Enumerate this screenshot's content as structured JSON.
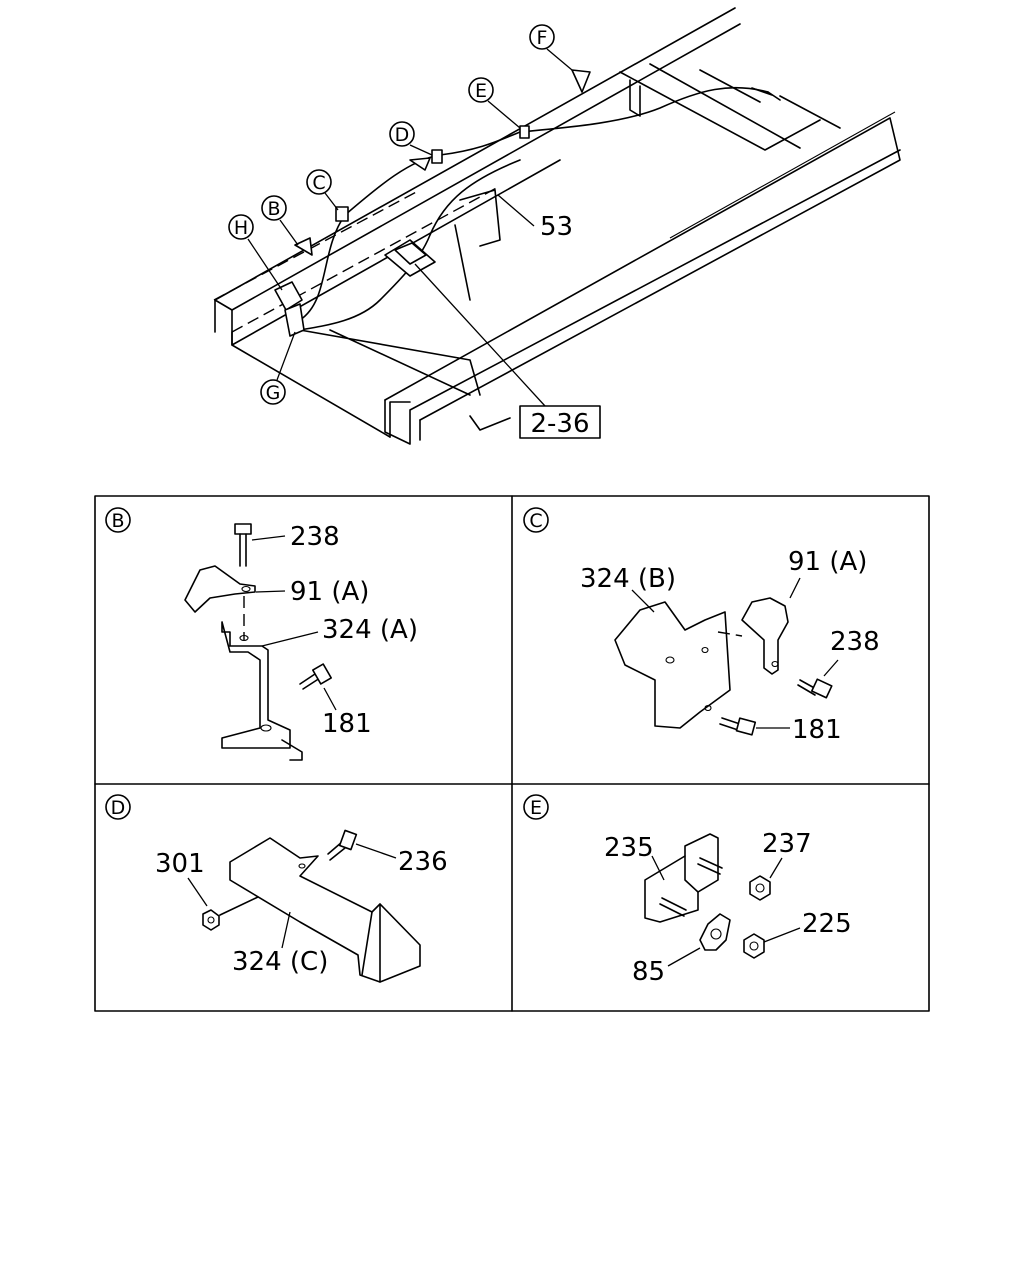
{
  "overview": {
    "callouts": [
      "F",
      "E",
      "D",
      "C",
      "B",
      "H",
      "G"
    ],
    "part_53": "53",
    "ref_box": "2-36"
  },
  "panels": {
    "B": {
      "letter": "B",
      "labels": {
        "bolt": "238",
        "clip": "91 (A)",
        "bracket": "324 (A)",
        "bolt2": "181"
      }
    },
    "C": {
      "letter": "C",
      "labels": {
        "bracket": "324 (B)",
        "clip": "91 (A)",
        "bolt": "238",
        "bolt2": "181"
      }
    },
    "D": {
      "letter": "D",
      "labels": {
        "nut": "301",
        "bolt": "236",
        "bracket": "324 (C)"
      }
    },
    "E": {
      "letter": "E",
      "labels": {
        "plate": "235",
        "nut": "237",
        "nut2": "225",
        "clip": "85"
      }
    }
  }
}
